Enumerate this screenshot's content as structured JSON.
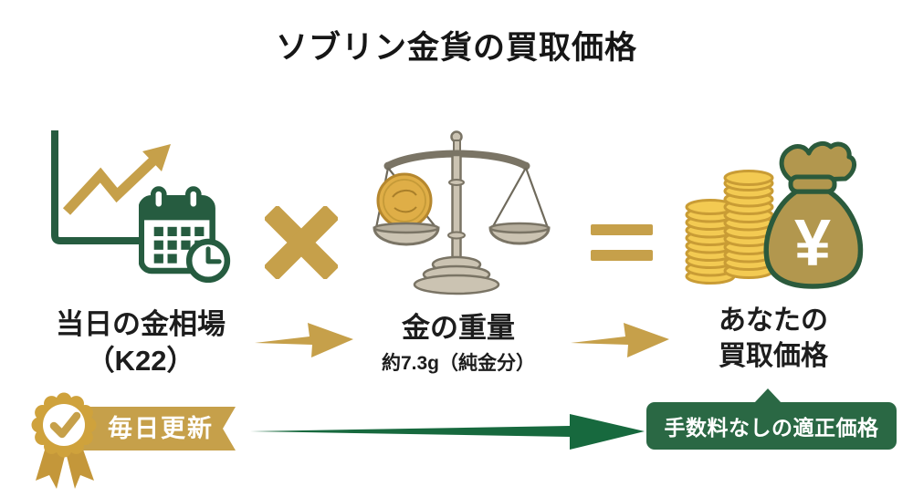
{
  "title": "ソブリン金貨の買取価格",
  "steps": [
    {
      "name": "todays-gold-rate",
      "line1": "当日の金相場",
      "line2": "（K22）"
    },
    {
      "name": "gold-weight",
      "line1": "金の重量",
      "line2": "約7.3g（純金分）"
    },
    {
      "name": "your-purchase-price",
      "line1": "あなたの",
      "line2": "買取価格"
    }
  ],
  "operators": {
    "multiply": "×",
    "equals": "＝"
  },
  "badge": {
    "label": "毎日更新"
  },
  "callout": {
    "label": "手数料なしの適正価格"
  },
  "moneybag": {
    "currency": "¥"
  },
  "icons": {
    "chart": "line-chart-up",
    "calendar": "calendar-clock",
    "multiply": "×",
    "scale": "balance-scale-with-coin",
    "equals": "＝",
    "money": "coin-stacks-and-money-bag",
    "badge": "award-rosette-check",
    "flow_arrow": "arrow-right",
    "check": "✓"
  },
  "colors": {
    "ink": "#1b1b1b",
    "green": "#265c40",
    "arrowGreen": "#17693e",
    "calloutGreen": "#2a6844",
    "gold": "#c6a04a",
    "goldDeep": "#c4973a",
    "rosetteGold": "#cfa23c",
    "coinYellow": "#f3ca52",
    "coinEdge": "#c99c35",
    "bagTan": "#b2974e",
    "bagOutline": "#2b5a3c",
    "scaleGray": "#7a7465",
    "scaleFill": "#cbc3b2",
    "scaleDark": "#b6ae9d",
    "coinGold": "#dfae47",
    "coinGoldEdge": "#b5872e"
  }
}
